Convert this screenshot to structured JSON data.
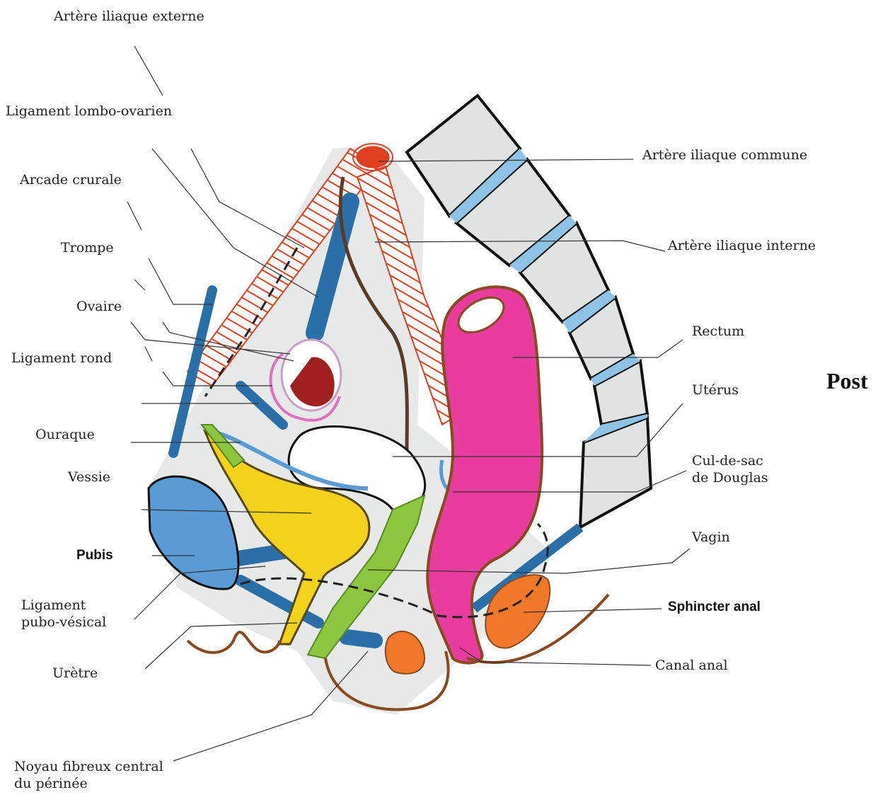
{
  "labels": {
    "arteria_iliaque_externe": "Artère iliaque externe",
    "ligament_lombo_ovarien": "Ligament lombo-ovarien",
    "arcade_crurale": "Arcade crurale",
    "trompe": "Trompe",
    "ovaire": "Ovaire",
    "ligament_rond": "Ligament rond",
    "ouraque": "Ouraque",
    "vessie": "Vessie",
    "pubis": "Pubis",
    "ligament_pubo_vesical": "Ligament\npubo-vésical",
    "uretre": "Urètre",
    "noyau_fibreux": "Noyau fibreux central\ndu périnée",
    "arteria_iliaque_commune": "Artère iliaque commune",
    "arteria_iliaque_interne": "Artère iliaque interne",
    "rectum": "Rectum",
    "uterus": "Utérus",
    "cul_de_sac": "Cul-de-sac\nde Douglas",
    "vagin": "Vagin",
    "sphincter_anal": "Sphincter anal",
    "canal_anal": "Canal anal",
    "post": "Post"
  },
  "colors": {
    "rectum": "#e83c9e",
    "bladder": "#f2d21a",
    "urethra_band": "#8cc63f",
    "vein_blue": "#2a6fa8",
    "pubis_blue": "#5b9bd5",
    "sacrum_gray": "#dfe3e3",
    "disc_blue": "#8fc3e6",
    "sphincter": "#f07828",
    "artery_stripe": "#e04020",
    "outline_brown": "#8a4a20"
  }
}
